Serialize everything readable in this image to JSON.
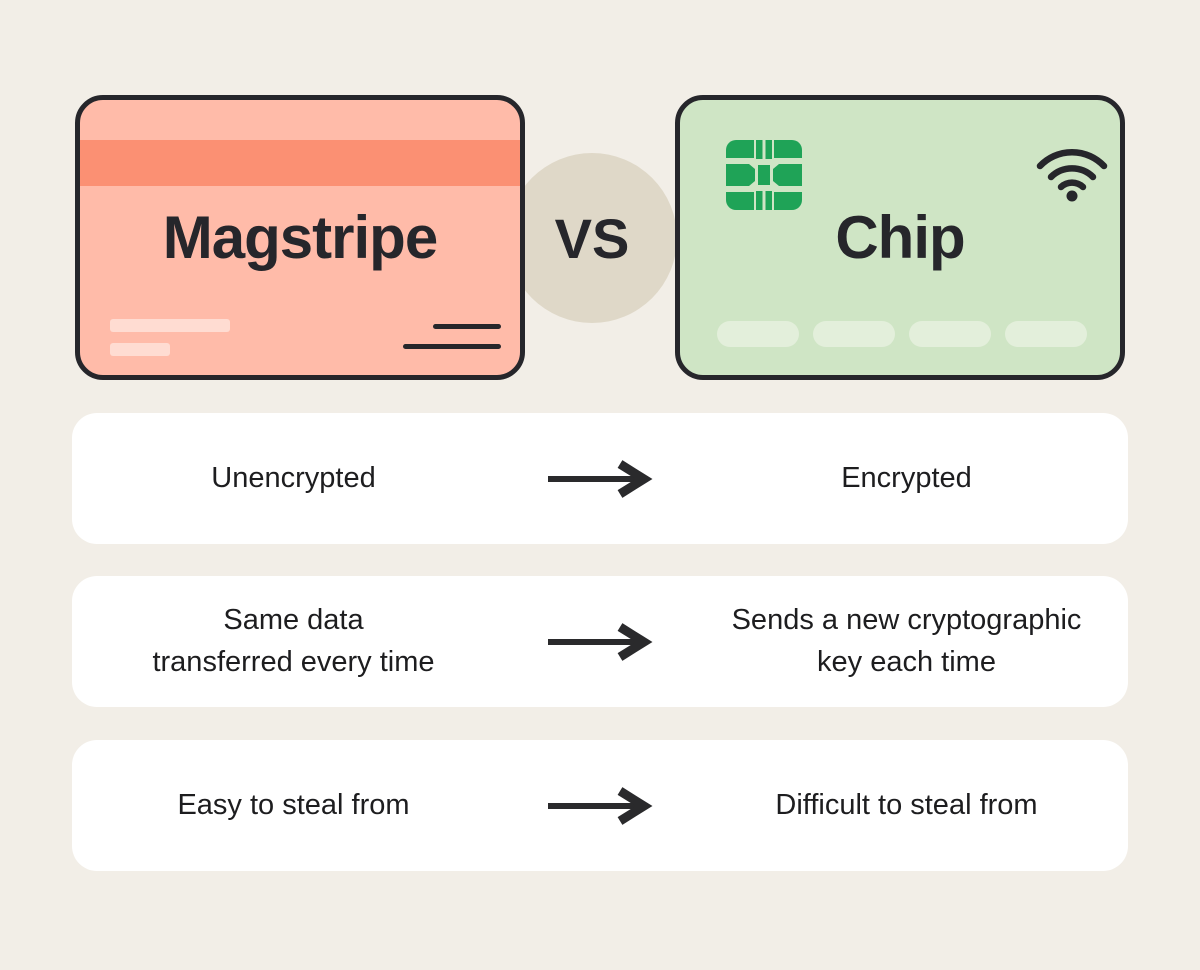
{
  "page": {
    "background_color": "#F2EEE7",
    "ink_color": "#26262B"
  },
  "header": {
    "left_card": {
      "title": "Magstripe",
      "fill_color": "#FFBBA9",
      "stripe_color": "#FB9073",
      "detail_color": "#FFDCD2"
    },
    "vs_badge": {
      "label": "VS",
      "fill_color": "#DFD8C8"
    },
    "right_card": {
      "title": "Chip",
      "fill_color": "#CFE5C5",
      "chip_color": "#1FA357",
      "pill_color": "#E3EFDB",
      "pill_count": 4
    }
  },
  "icons": {
    "chip": "emv-chip-icon",
    "contactless": "contactless-wifi-icon",
    "arrow": "right-arrow-icon"
  },
  "comparison_rows": [
    {
      "magstripe": "Unencrypted",
      "chip": "Encrypted"
    },
    {
      "magstripe": "Same data\ntransferred every time",
      "chip": "Sends a new cryptographic\nkey each time"
    },
    {
      "magstripe": "Easy to steal from",
      "chip": "Difficult to steal from"
    }
  ]
}
